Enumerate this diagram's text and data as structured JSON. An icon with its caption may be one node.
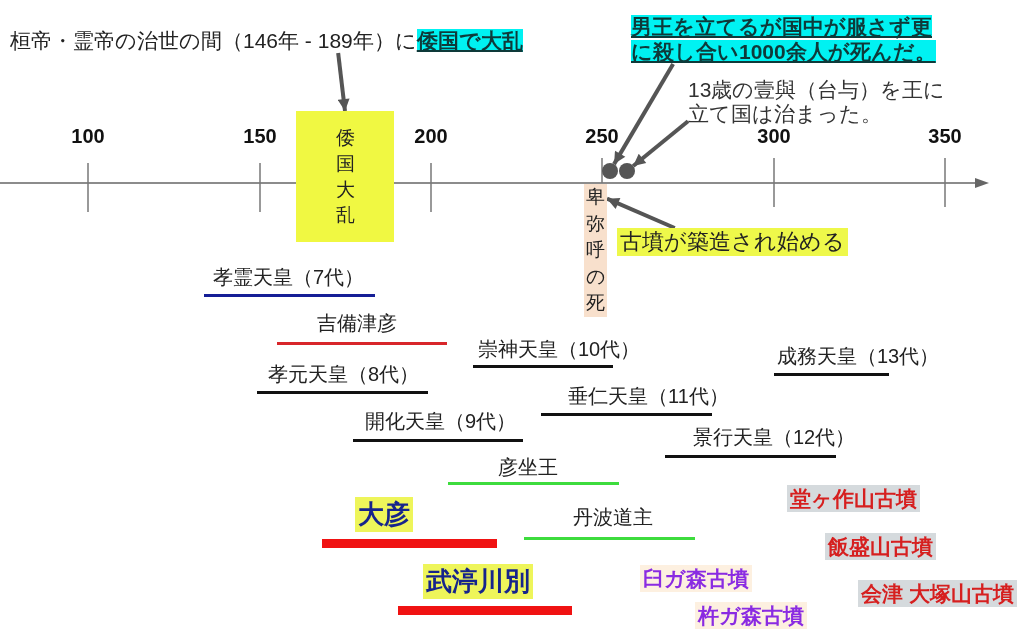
{
  "diagram": {
    "nodes": [
      {
        "text": [
          "桓帝・霊帝の治世の間（146年 - 189年）に**倭国で大乱**"
        ]
      },
      {
        "text": [
          "倭国大乱"
        ]
      },
      {
        "text": [
          "男王を立てるが国中が服さず更に殺し合い1000余人が死んだ。"
        ]
      },
      {
        "text": [],
        "shape": "circle"
      },
      {
        "text": [],
        "shape": "circle"
      },
      {
        "text": [
          "13歳の壹與（台与）を王に立て国は治まった。"
        ]
      },
      {
        "text": [
          "卑弥呼の死"
        ]
      },
      {
        "text": [
          "古墳が築造され始める"
        ]
      },
      {
        "text": [
          "孝霊天皇（7代）"
        ]
      },
      {
        "text": [
          "吉備津彦"
        ]
      },
      {
        "text": [
          "崇神天皇（10代）"
        ]
      },
      {
        "text": [
          "成務天皇（13代）"
        ]
      },
      {
        "text": [
          "孝元天皇（8代）"
        ]
      },
      {
        "text": [
          "垂仁天皇（11代）"
        ]
      },
      {
        "text": [
          "開化天皇（9代）"
        ]
      },
      {
        "text": [
          "景行天皇（12代）"
        ]
      },
      {
        "text": [
          "彦坐王"
        ]
      },
      {
        "text": [
          "堂ヶ作山古墳"
        ]
      },
      {
        "text": [
          "大彦"
        ]
      },
      {
        "text": [
          "丹波道主"
        ]
      },
      {
        "text": [
          "飯盛山古墳"
        ]
      },
      {
        "text": [
          "臼ガ森古墳"
        ]
      },
      {
        "text": [
          "武渟川別"
        ]
      },
      {
        "text": [
          "会津 大塚山古墳"
        ]
      },
      {
        "text": [
          "杵ガ森古墳"
        ]
      }
    ],
    "edges": [
      {
        "from": 0,
        "to": 1,
        "arrow": "to"
      },
      {
        "from": 2,
        "to": 3,
        "arrow": "to"
      },
      {
        "from": 5,
        "to": 4,
        "arrow": "to"
      },
      {
        "from": 7,
        "to": 6,
        "arrow": "to"
      }
    ],
    "labels": [
      "100",
      "150",
      "200",
      "250",
      "300",
      "350"
    ]
  }
}
